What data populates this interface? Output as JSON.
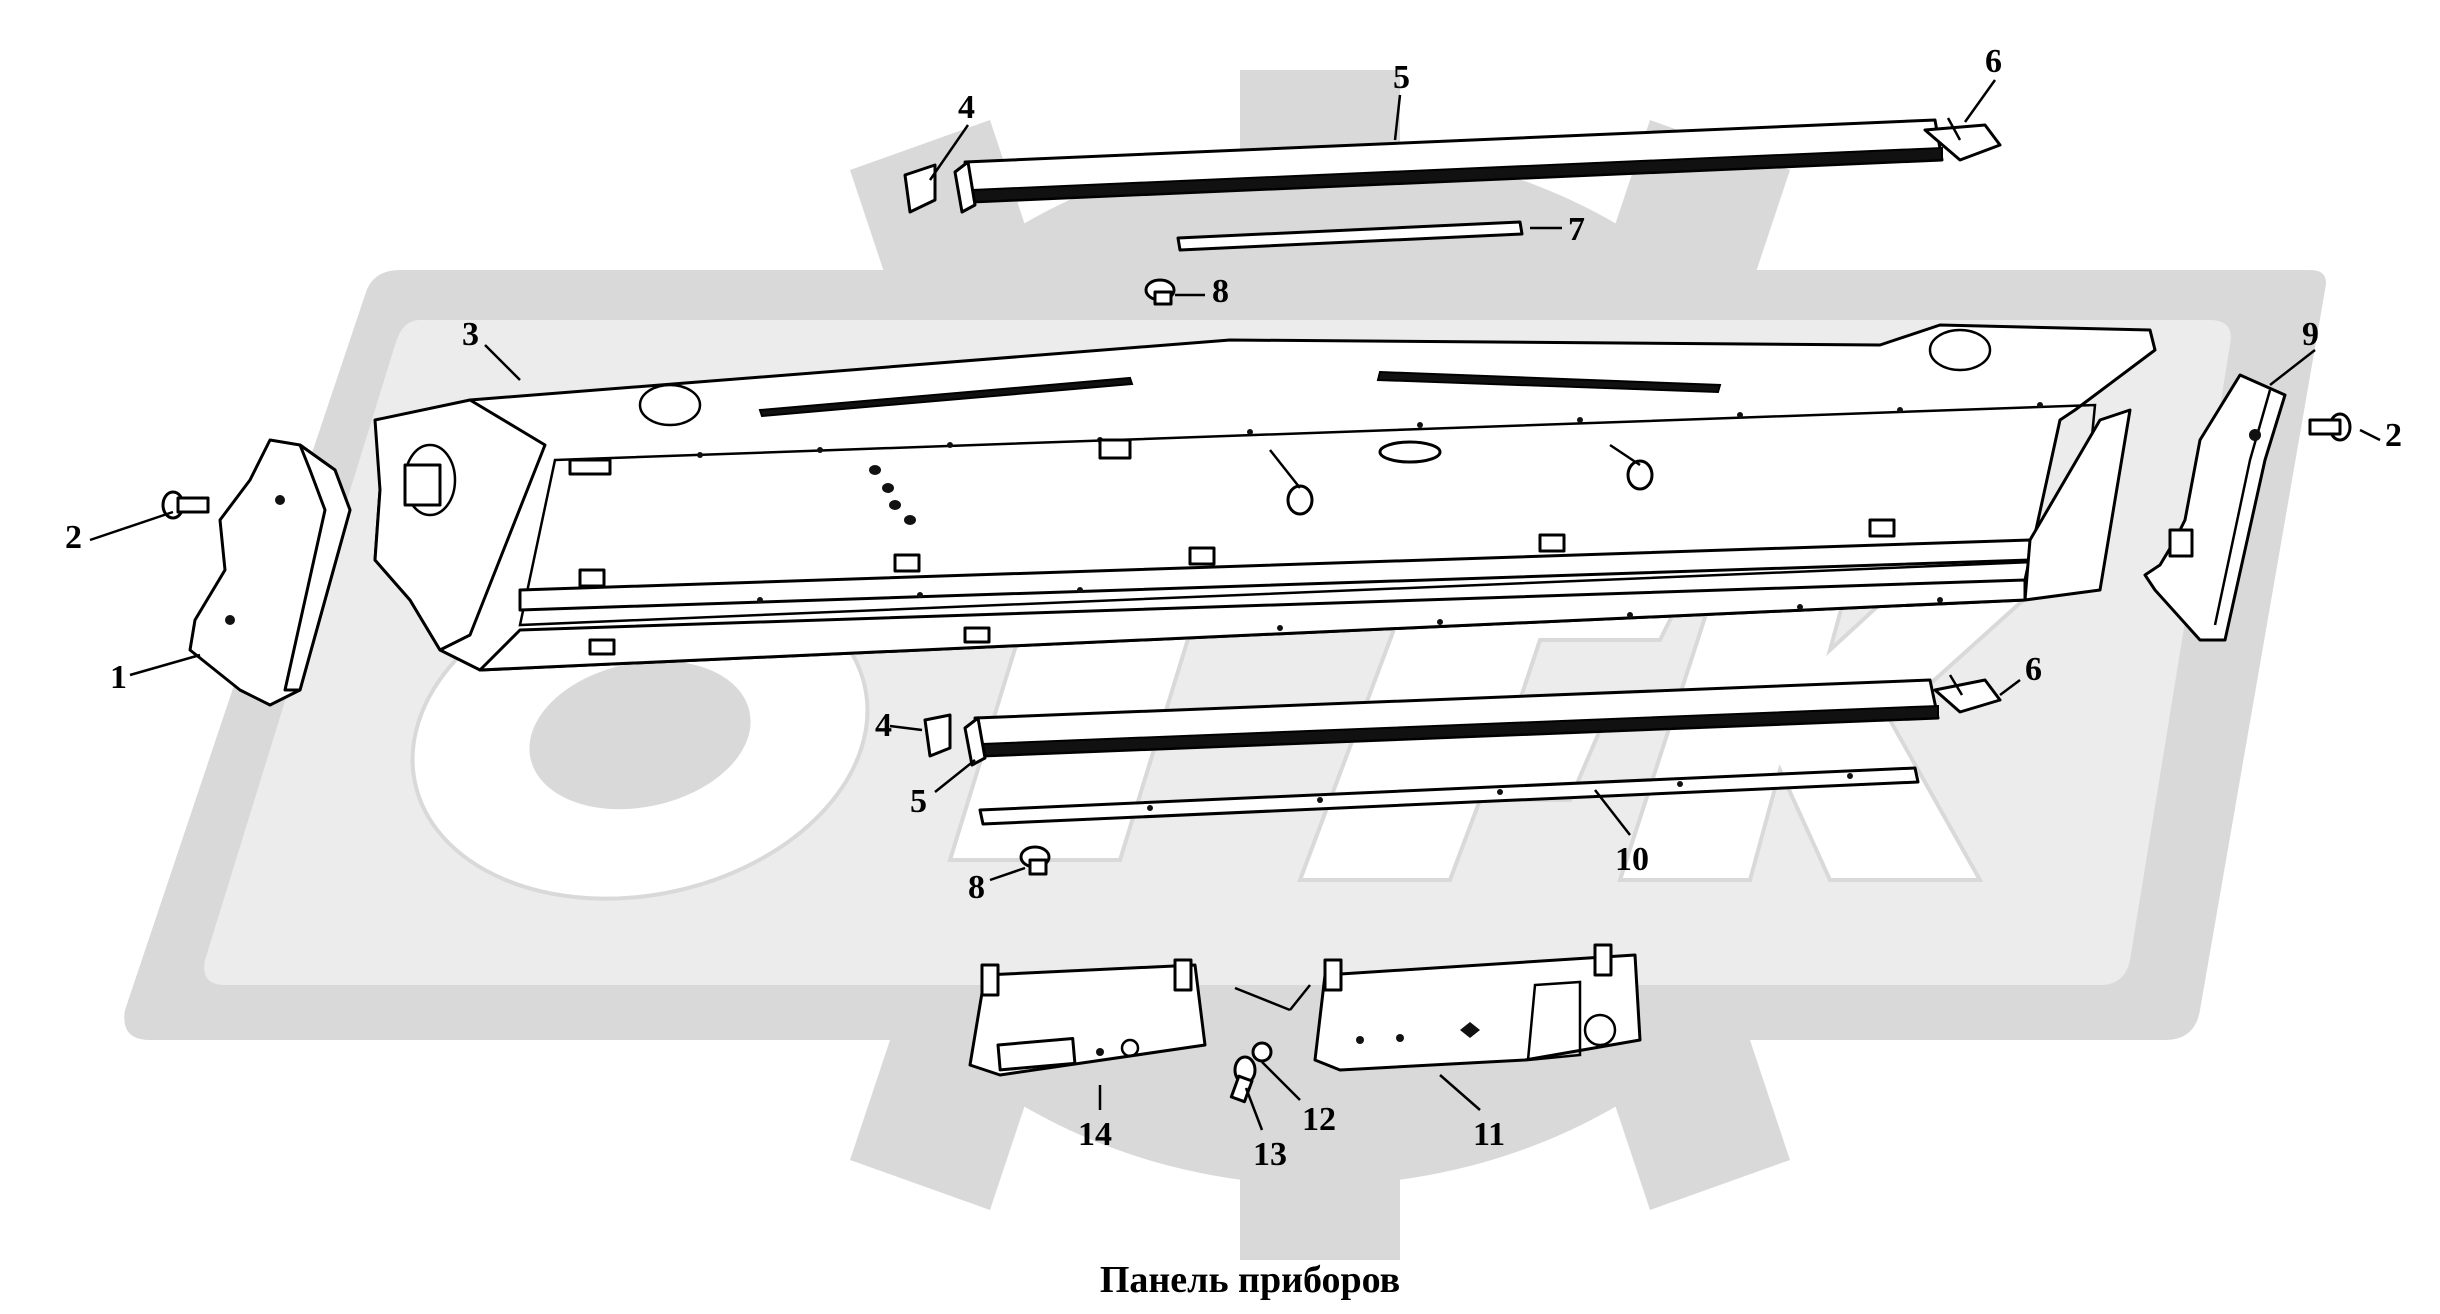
{
  "diagram": {
    "title": "Панель приборов",
    "watermark_text": "ОРЕХ",
    "callouts": [
      "1",
      "2",
      "2",
      "3",
      "4",
      "4",
      "5",
      "5",
      "6",
      "6",
      "7",
      "8",
      "8",
      "9",
      "10",
      "11",
      "12",
      "13",
      "14"
    ]
  },
  "colors": {
    "watermark": "#d9d9d9",
    "line": "#000000",
    "background": "#ffffff"
  }
}
